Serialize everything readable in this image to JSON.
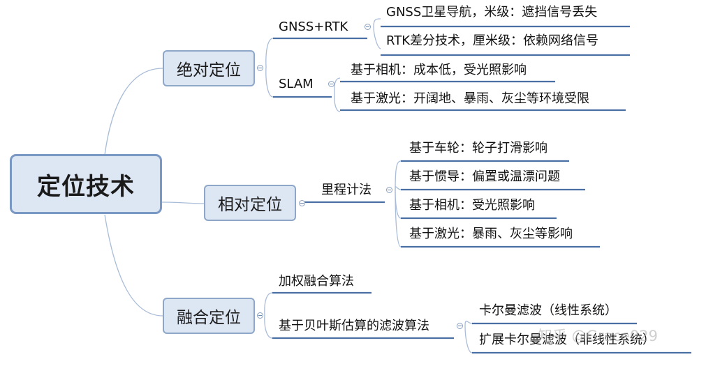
{
  "root": {
    "label": "定位技术"
  },
  "absolute": {
    "label": "绝对定位",
    "gnss_rtk": {
      "label": "GNSS+RTK",
      "items": [
        "GNSS卫星导航，米级：遮挡信号丢失",
        "RTK差分技术，厘米级：依赖网络信号"
      ]
    },
    "slam": {
      "label": "SLAM",
      "items": [
        "基于相机：成本低，受光照影响",
        "基于激光：开阔地、暴雨、灰尘等环境受限"
      ]
    }
  },
  "relative": {
    "label": "相对定位",
    "odometry": {
      "label": "里程计法",
      "items": [
        "基于车轮：轮子打滑影响",
        "基于惯导：偏置或温漂问题",
        "基于相机：受光照影响",
        "基于激光：暴雨、灰尘等影响"
      ]
    }
  },
  "fusion": {
    "label": "融合定位",
    "weighted": {
      "label": "加权融合算法"
    },
    "bayes": {
      "label": "基于贝叶斯估算的滤波算法",
      "items": [
        "卡尔曼滤波（线性系统）",
        "扩展卡尔曼滤波（非线性系统）"
      ]
    }
  },
  "watermark": "知乎 @Grace029",
  "colors": {
    "node_fill": "#dde6f3",
    "node_border": "#8ea7c9",
    "connector": "#a9bcd8",
    "underline": "#4a6fa5"
  }
}
